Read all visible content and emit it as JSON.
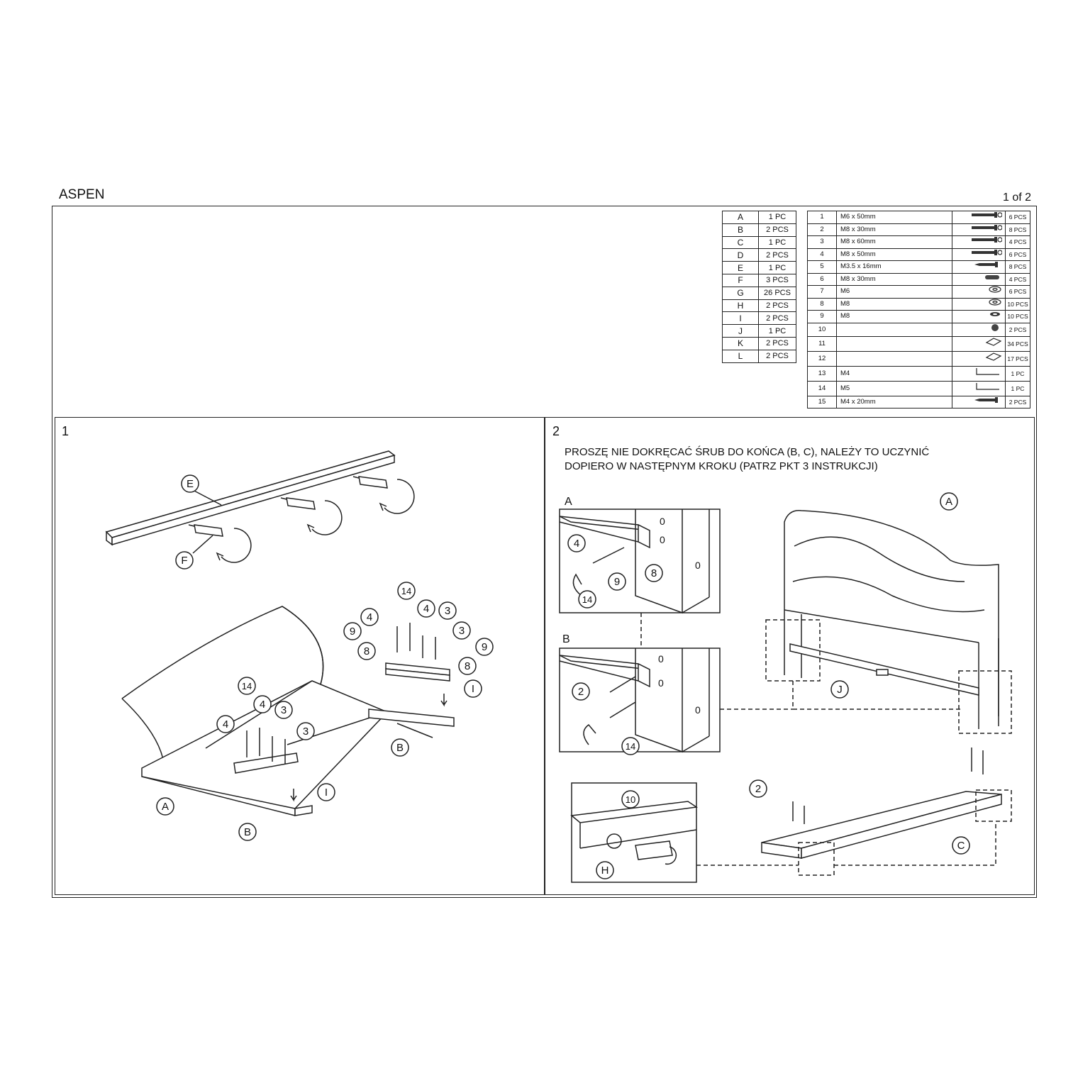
{
  "document": {
    "title": "ASPEN",
    "page": "1 of 2"
  },
  "parts": [
    {
      "letter": "A",
      "qty": "1 PC"
    },
    {
      "letter": "B",
      "qty": "2 PCS"
    },
    {
      "letter": "C",
      "qty": "1 PC"
    },
    {
      "letter": "D",
      "qty": "2 PCS"
    },
    {
      "letter": "E",
      "qty": "1 PC"
    },
    {
      "letter": "F",
      "qty": "3 PCS"
    },
    {
      "letter": "G",
      "qty": "26 PCS"
    },
    {
      "letter": "H",
      "qty": "2 PCS"
    },
    {
      "letter": "I",
      "qty": "2 PCS"
    },
    {
      "letter": "J",
      "qty": "1 PC"
    },
    {
      "letter": "K",
      "qty": "2 PCS"
    },
    {
      "letter": "L",
      "qty": "2 PCS"
    }
  ],
  "hardware": [
    {
      "no": "1",
      "spec": "M6 x 50mm",
      "qty": "6 PCS",
      "icon": "long-bolt-icon"
    },
    {
      "no": "2",
      "spec": "M8 x 30mm",
      "qty": "8 PCS",
      "icon": "long-bolt-icon"
    },
    {
      "no": "3",
      "spec": "M8 x 60mm",
      "qty": "4 PCS",
      "icon": "long-bolt-icon"
    },
    {
      "no": "4",
      "spec": "M8 x 50mm",
      "qty": "6 PCS",
      "icon": "long-bolt-icon"
    },
    {
      "no": "5",
      "spec": "M3.5 x 16mm",
      "qty": "8 PCS",
      "icon": "wood-screw-icon"
    },
    {
      "no": "6",
      "spec": "M8 x 30mm",
      "qty": "4 PCS",
      "icon": "barrel-nut-icon"
    },
    {
      "no": "7",
      "spec": "M6",
      "qty": "6 PCS",
      "icon": "washer-icon"
    },
    {
      "no": "8",
      "spec": "M8",
      "qty": "10 PCS",
      "icon": "washer-icon"
    },
    {
      "no": "9",
      "spec": "M8",
      "qty": "10 PCS",
      "icon": "spring-washer-icon"
    },
    {
      "no": "10",
      "spec": "",
      "qty": "2 PCS",
      "icon": "t-nut-icon"
    },
    {
      "no": "11",
      "spec": "",
      "qty": "34 PCS",
      "icon": "plate-icon"
    },
    {
      "no": "12",
      "spec": "",
      "qty": "17 PCS",
      "icon": "plate-icon"
    },
    {
      "no": "13",
      "spec": "M4",
      "qty": "1 PC",
      "icon": "allen-key-icon"
    },
    {
      "no": "14",
      "spec": "M5",
      "qty": "1 PC",
      "icon": "allen-key-icon"
    },
    {
      "no": "15",
      "spec": "M4 x 20mm",
      "qty": "2 PCS",
      "icon": "wood-screw-icon"
    }
  ],
  "steps": [
    {
      "number": "1"
    },
    {
      "number": "2",
      "note_line1": "PROSZĘ NIE DOKRĘCAĆ ŚRUB DO KOŃCA (B, C), NALEŻY TO UCZYNIĆ",
      "note_line2": "DOPIERO W NASTĘPNYM KROKU (PATRZ PKT 3 INSTRUKCJI)"
    }
  ],
  "labels": {
    "A": "A",
    "B": "B",
    "C": "C",
    "E": "E",
    "F": "F",
    "H": "H",
    "I": "I",
    "J": "J",
    "n2": "2",
    "n3": "3",
    "n4": "4",
    "n8": "8",
    "n9": "9",
    "n10": "10",
    "n14": "14",
    "zero": "0"
  }
}
